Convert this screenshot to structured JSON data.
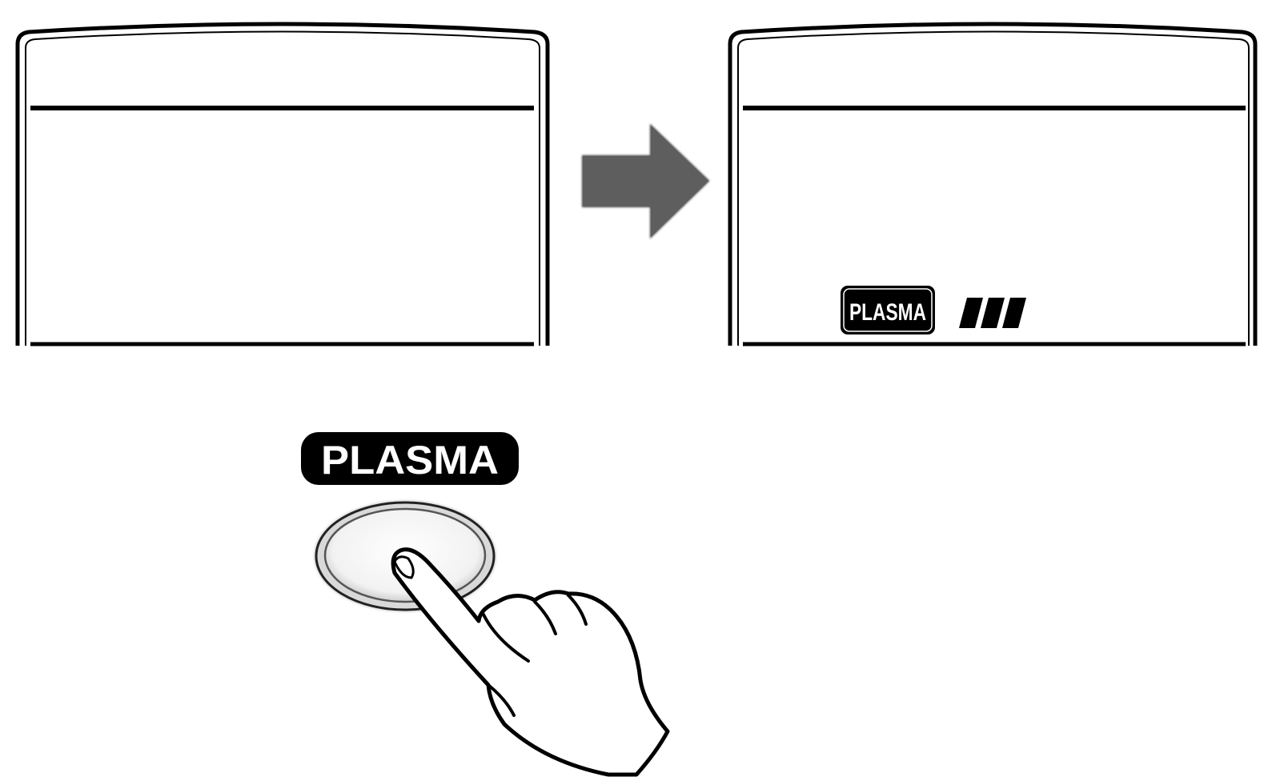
{
  "before_panel": {
    "state": "off"
  },
  "after_panel": {
    "state": "on",
    "indicator_label": "PLASMA",
    "level_bars": 3
  },
  "transition_arrow": {
    "direction": "right",
    "color": "#5e5e5e"
  },
  "remote_button": {
    "label": "PLASMA",
    "action": "press"
  },
  "icons": {
    "arrow": "arrow-right-icon",
    "hand": "pointing-hand-icon"
  }
}
